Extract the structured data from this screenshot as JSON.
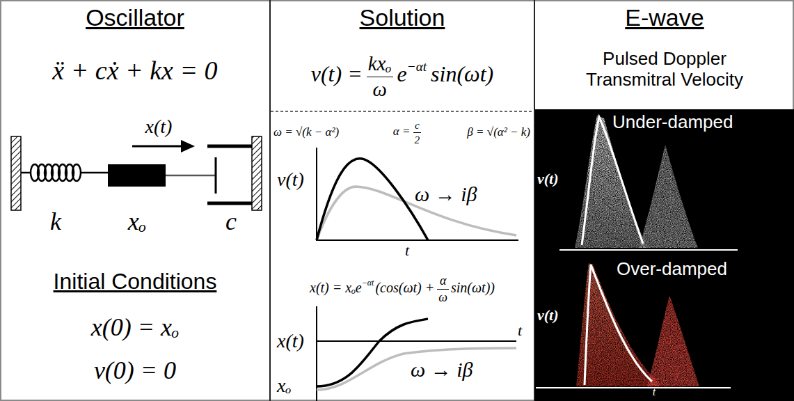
{
  "diagram": {
    "nodes": [
      {
        "text": [
          "Oscillator"
        ]
      },
      {
        "text": [
          "Solution"
        ]
      },
      {
        "text": [
          "E-wave",
          "Pulsed Doppler Transmitral Velocity"
        ]
      },
      {
        "text": [
          "Under-damped"
        ],
        "in": 2
      },
      {
        "text": [
          "Over-damped"
        ],
        "in": 2
      }
    ],
    "labels": [
      "ẍ + cẋ + kx = 0",
      "x(t)",
      "k",
      "xₒ",
      "c",
      "Initial Conditions",
      "x(0) = xₒ",
      "v(0) = 0",
      "v(t) =",
      "kxₒ",
      "ω",
      "e",
      "−αt",
      "sin(ωt)",
      "ω = √(k − α²)",
      "α =",
      "c",
      "2",
      "β = √(α² − k)",
      "v(t)",
      "t",
      "ω → iβ",
      "x(t) = xₒe",
      "−αt",
      "(cos(ωt) +",
      "α",
      "ω",
      "sin(ωt))",
      "x(t)",
      "t",
      "ω → iβ",
      "xₒ",
      "v(t)",
      "v(t)",
      "t"
    ]
  }
}
